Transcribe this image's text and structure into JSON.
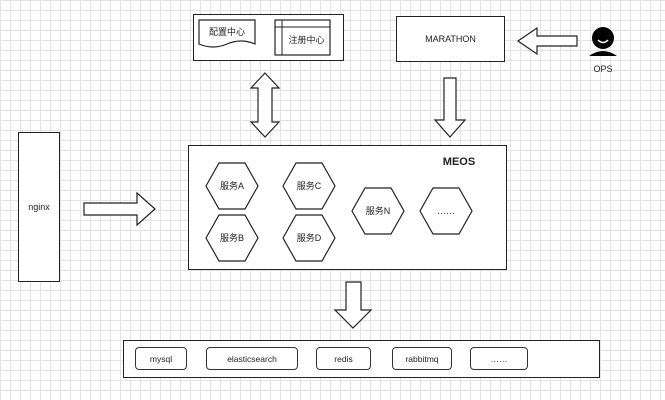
{
  "top_group": {
    "config_center": "配置中心",
    "registry_center": "注册中心"
  },
  "marathon": {
    "label": "MARATHON"
  },
  "ops": {
    "label": "OPS"
  },
  "nginx": {
    "label": "nginx"
  },
  "meos": {
    "title": "MEOS",
    "services": [
      "服务A",
      "服务B",
      "服务C",
      "服务D",
      "服务N",
      "……"
    ]
  },
  "backends": [
    "mysql",
    "elasticsearch",
    "redis",
    "rabbitmq",
    "……"
  ]
}
